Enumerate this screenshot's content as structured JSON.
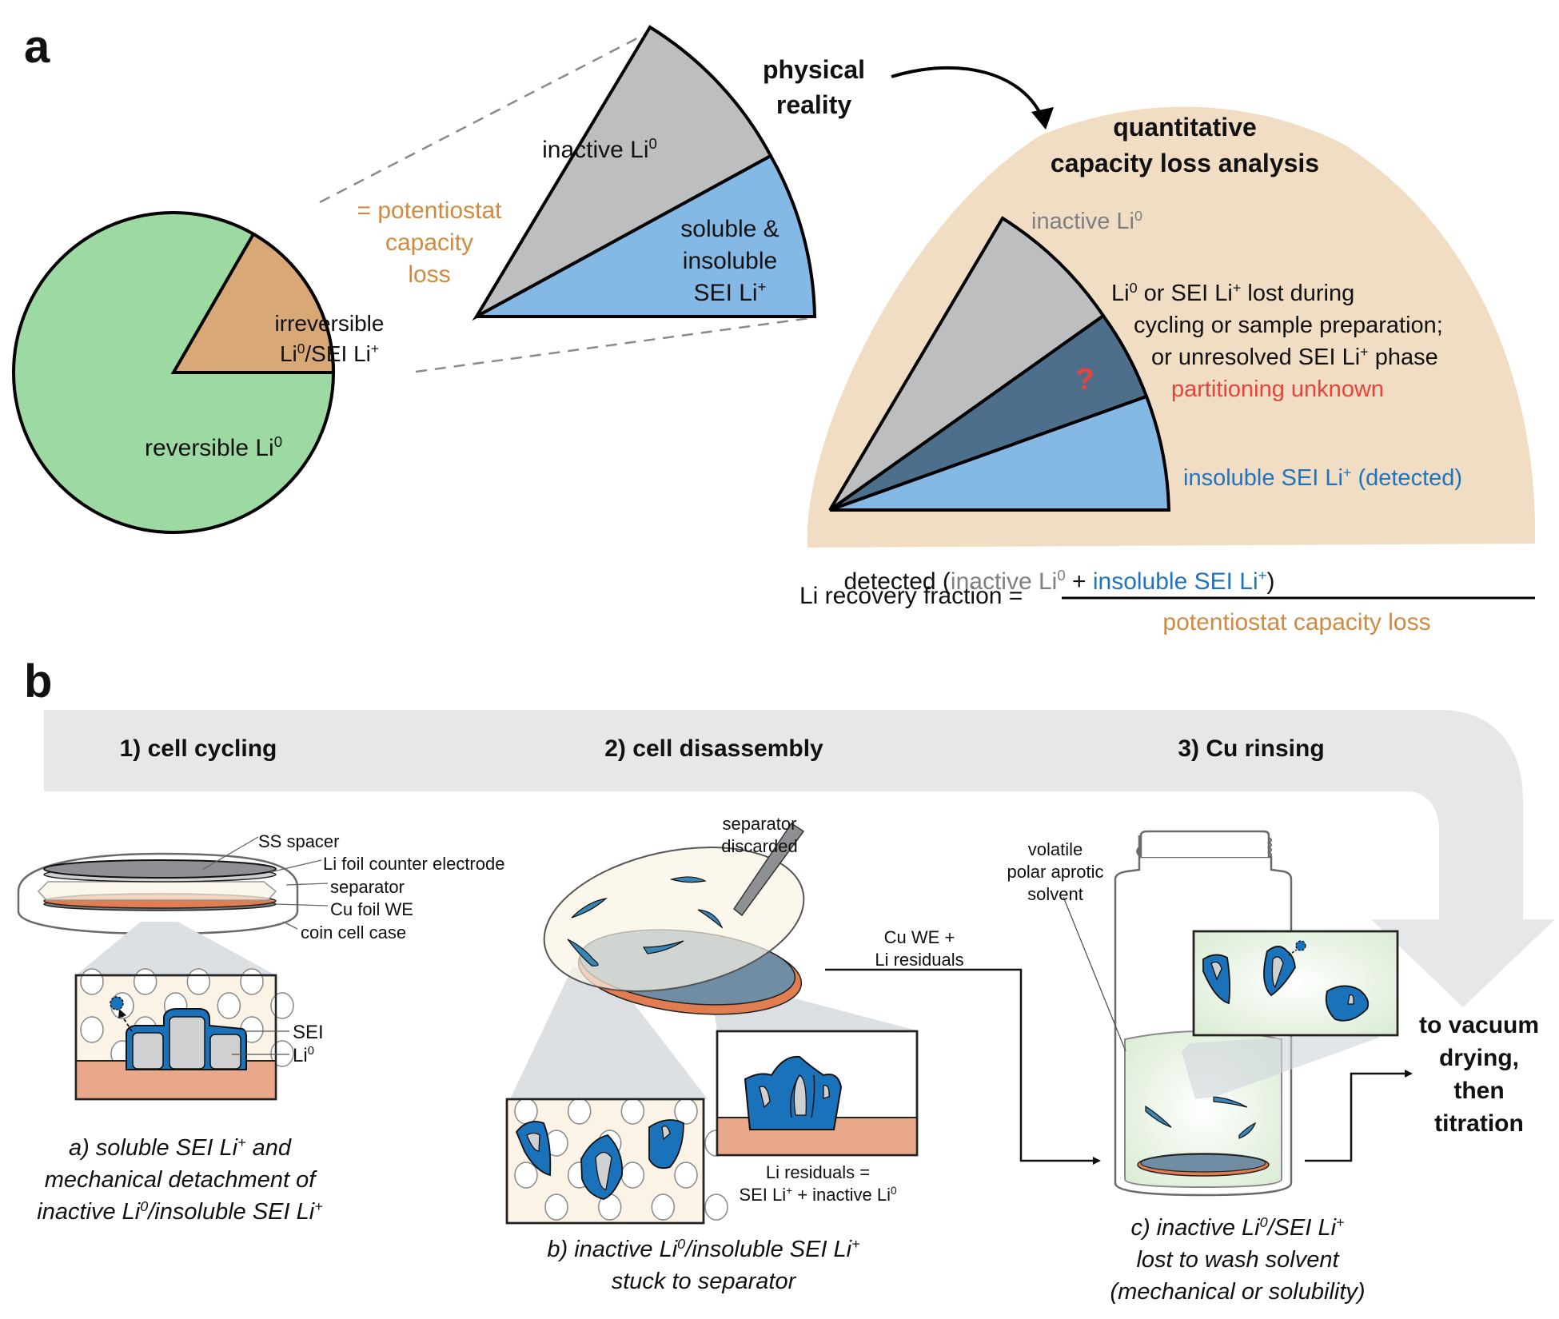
{
  "colors": {
    "green": "#9dd9a3",
    "tan": "#d9a877",
    "gray": "#bdbec0",
    "light_blue": "#84b9e5",
    "dark_slate": "#4e6f8c",
    "peach_bg": "#f1dcc4",
    "orange_text": "#d08a40",
    "blue_text": "#1e74bf",
    "red_text": "#e84338",
    "gray_text": "#7d7f82",
    "band_gray": "#e6e7e9",
    "copper": "#e9a889",
    "sei_blue": "#1a72bb",
    "separator_cream": "#faf3e6",
    "solvent_green": "#e2f0dc"
  },
  "panel_a": {
    "label": "a",
    "pie": {
      "reversible": {
        "text": "reversible Li",
        "sup": "0"
      },
      "irreversible": {
        "line1": "irreversible",
        "line2_a": "Li",
        "line2_sup1": "0",
        "line2_b": "/SEI Li",
        "line2_sup2": "+"
      }
    },
    "potentiostat_label": [
      "= potentiostat",
      "capacity",
      "loss"
    ],
    "wedge": {
      "inactive": {
        "text": "inactive Li",
        "sup": "0"
      },
      "sei": {
        "line1": "soluble &",
        "line2": "insoluble",
        "line3": "SEI Li",
        "sup": "+"
      }
    },
    "physical_reality": [
      "physical",
      "reality"
    ],
    "analysis": {
      "title": [
        "quantitative",
        "capacity loss analysis"
      ],
      "inactive": {
        "text": "inactive Li",
        "sup": "0"
      },
      "lost_line1": {
        "a": "Li",
        "sup1": "0",
        "b": " or SEI Li",
        "sup2": "+",
        "c": " lost during"
      },
      "lost_line2": "cycling or sample preparation;",
      "lost_line3": {
        "a": "or unresolved SEI Li",
        "sup": "+",
        "b": " phase"
      },
      "partitioning": "partitioning unknown",
      "question_mark": "?",
      "detected": {
        "a": "insoluble SEI Li",
        "sup": "+",
        "b": " (detected)"
      }
    },
    "formula": {
      "lhs": "Li recovery fraction =",
      "num_detected": "detected (",
      "num_inactive": "inactive Li",
      "num_inactive_sup": "0",
      "num_plus": " + ",
      "num_sei": "insoluble SEI Li",
      "num_sei_sup": "+",
      "num_close": ")",
      "denominator": "potentiostat capacity loss"
    }
  },
  "panel_b": {
    "label": "b",
    "steps": [
      "1) cell cycling",
      "2) cell disassembly",
      "3) Cu rinsing"
    ],
    "coin_cell_labels": [
      "SS spacer",
      "Li foil counter electrode",
      "separator",
      "Cu foil WE",
      "coin cell case"
    ],
    "inset_a_labels": {
      "sei": "SEI",
      "li": "Li",
      "li_sup": "0"
    },
    "caption_a": [
      {
        "a": "a) soluble SEI Li",
        "sup": "+",
        "b": " and"
      },
      {
        "a": "mechanical detachment of"
      },
      {
        "a": "inactive Li",
        "sup": "0",
        "b": "/insoluble SEI Li",
        "sup2": "+"
      }
    ],
    "separator_discarded": [
      "separator",
      "discarded"
    ],
    "cu_we_label": [
      "Cu WE +",
      "Li residuals"
    ],
    "residuals_label": {
      "line1": "Li residuals =",
      "line2_a": "SEI Li",
      "line2_sup": "+",
      "line2_b": " + inactive Li",
      "line2_sup2": "0"
    },
    "caption_b": [
      {
        "a": "b) inactive Li",
        "sup": "0",
        "b": "/insoluble SEI Li",
        "sup2": "+"
      },
      {
        "a": "stuck to separator"
      }
    ],
    "solvent_label": [
      "volatile",
      "polar aprotic",
      "solvent"
    ],
    "caption_c": [
      {
        "a": "c) inactive Li",
        "sup": "0",
        "b": "/SEI Li",
        "sup2": "+"
      },
      {
        "a": "lost to wash solvent"
      },
      {
        "a": "(mechanical or solubility)"
      }
    ],
    "final_step": [
      "to vacuum",
      "drying,",
      "then",
      "titration"
    ]
  }
}
